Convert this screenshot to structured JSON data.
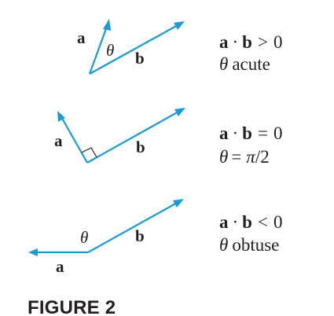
{
  "colors": {
    "vector": "#1a9ad6",
    "text": "#231f20"
  },
  "panels": [
    {
      "vector_a_label": "a",
      "vector_b_label": "b",
      "angle_label": "θ",
      "condition": {
        "a": "a",
        "dot": "·",
        "b": "b",
        "rel": ">",
        "rhs": "0"
      },
      "description": {
        "theta": "θ",
        "text": "acute"
      }
    },
    {
      "vector_a_label": "a",
      "vector_b_label": "b",
      "condition": {
        "a": "a",
        "dot": "·",
        "b": "b",
        "rel": "=",
        "rhs": "0"
      },
      "description": {
        "theta": "θ",
        "eq": "=",
        "pi": "π",
        "rest": "/2"
      }
    },
    {
      "vector_a_label": "a",
      "vector_b_label": "b",
      "angle_label": "θ",
      "condition": {
        "a": "a",
        "dot": "·",
        "b": "b",
        "rel": "<",
        "rhs": "0"
      },
      "description": {
        "theta": "θ",
        "text": "obtuse"
      }
    }
  ],
  "caption": "FIGURE 2"
}
